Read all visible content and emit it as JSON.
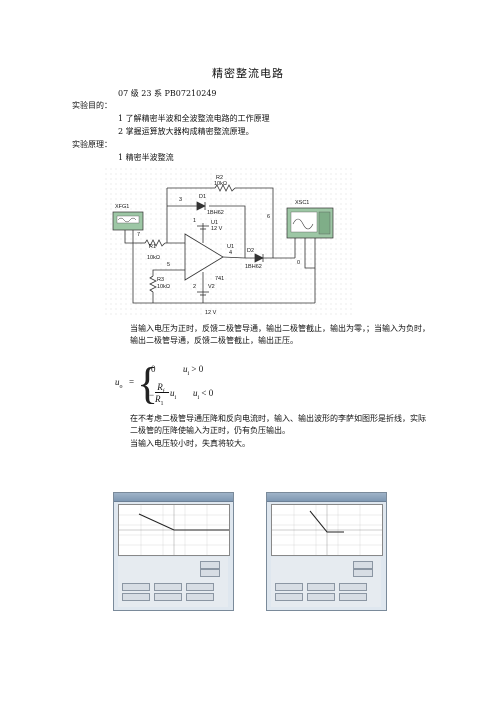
{
  "doc": {
    "title": "精密整流电路",
    "author_line": "07 级 23 系   PB07210249",
    "purpose_heading": "实验目的：",
    "purpose_items": [
      "1 了解精密半波和全波整流电路的工作原理",
      "2 掌握运算放大器构成精密整流原理。"
    ],
    "principle_heading": "实验原理：",
    "principle_sub": "1 精密半波整流",
    "para1": "当输入电压为正时，反馈二极管导通，输出二极管截止，输出为零，；当输入为负时，输出二极管导通，反馈二极管截止，输出正压。",
    "para2": "在不考虑二极管导通压降和反向电流时，输入、输出波形的李萨如图形是折线，实际二极管的压降使输入为正时，仍有负压输出。",
    "para3": "当输入电压较小时，失真将较大。"
  },
  "circuit": {
    "labels": {
      "r2": "R2",
      "r2v": "10kΩ",
      "d1": "D1",
      "d1v": "1BH62",
      "n3": "3",
      "n6": "6",
      "n7": "7",
      "n5": "5",
      "n4": "4",
      "n0": "0",
      "n1": "1",
      "u1": "U1",
      "v1": "12 V",
      "r1": "R1",
      "r1v": "10kΩ",
      "r3": "R3",
      "r3v": "10kΩ",
      "d2": "D2",
      "d2v": "1BH62",
      "op": "741",
      "v2lbl": "V2",
      "v2": "12 V",
      "n2": "2",
      "xfg": "XFG1",
      "xsc": "XSC1"
    }
  },
  "formula": {
    "lhs": "u",
    "lhs_sub": "o",
    "eq": "=",
    "case1_val": "0",
    "case1_cond": "u",
    "case1_sub": "i",
    "case1_rel": "> 0",
    "neg": "−",
    "num": "R",
    "num_sub": "f",
    "den": "R",
    "den_sub": "1",
    "case2_var": "u",
    "case2_sub": "i",
    "case2_cond": "u",
    "case2_csub": "i",
    "case2_rel": "< 0"
  },
  "colors": {
    "grid": "#c9c9c9",
    "wire": "#333333",
    "green_panel": "#9dc7a5",
    "scope_bg": "#dfe7ef"
  }
}
